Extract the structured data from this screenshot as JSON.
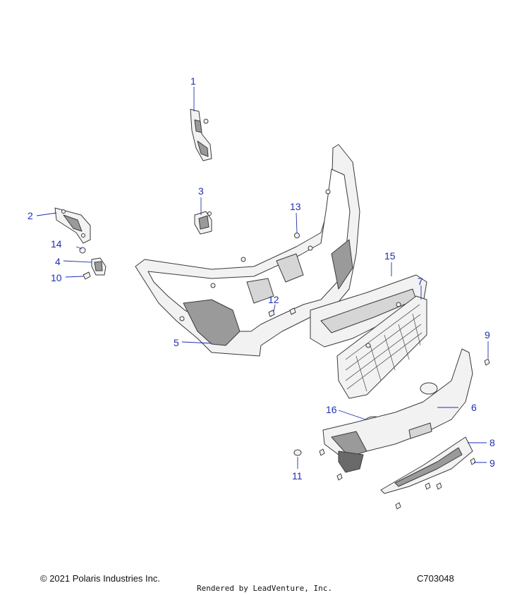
{
  "callouts": [
    {
      "id": "1",
      "label": "1"
    },
    {
      "id": "2",
      "label": "2"
    },
    {
      "id": "3",
      "label": "3"
    },
    {
      "id": "4",
      "label": "4"
    },
    {
      "id": "5",
      "label": "5"
    },
    {
      "id": "6",
      "label": "6"
    },
    {
      "id": "7",
      "label": "7"
    },
    {
      "id": "8",
      "label": "8"
    },
    {
      "id": "9a",
      "label": "9"
    },
    {
      "id": "9b",
      "label": "9"
    },
    {
      "id": "10",
      "label": "10"
    },
    {
      "id": "11",
      "label": "11"
    },
    {
      "id": "12",
      "label": "12"
    },
    {
      "id": "13",
      "label": "13"
    },
    {
      "id": "14",
      "label": "14"
    },
    {
      "id": "15",
      "label": "15"
    },
    {
      "id": "16",
      "label": "16"
    }
  ],
  "footer": {
    "copyright": "© 2021 Polaris Industries Inc.",
    "diagram_code": "C703048",
    "rendered_by": "Rendered by LeadVenture, Inc."
  },
  "colors": {
    "callout": "#1f2fb0",
    "part_stroke": "#3a3a3a",
    "part_fill": "#f2f2f2",
    "part_shade": "#9a9a9a"
  }
}
